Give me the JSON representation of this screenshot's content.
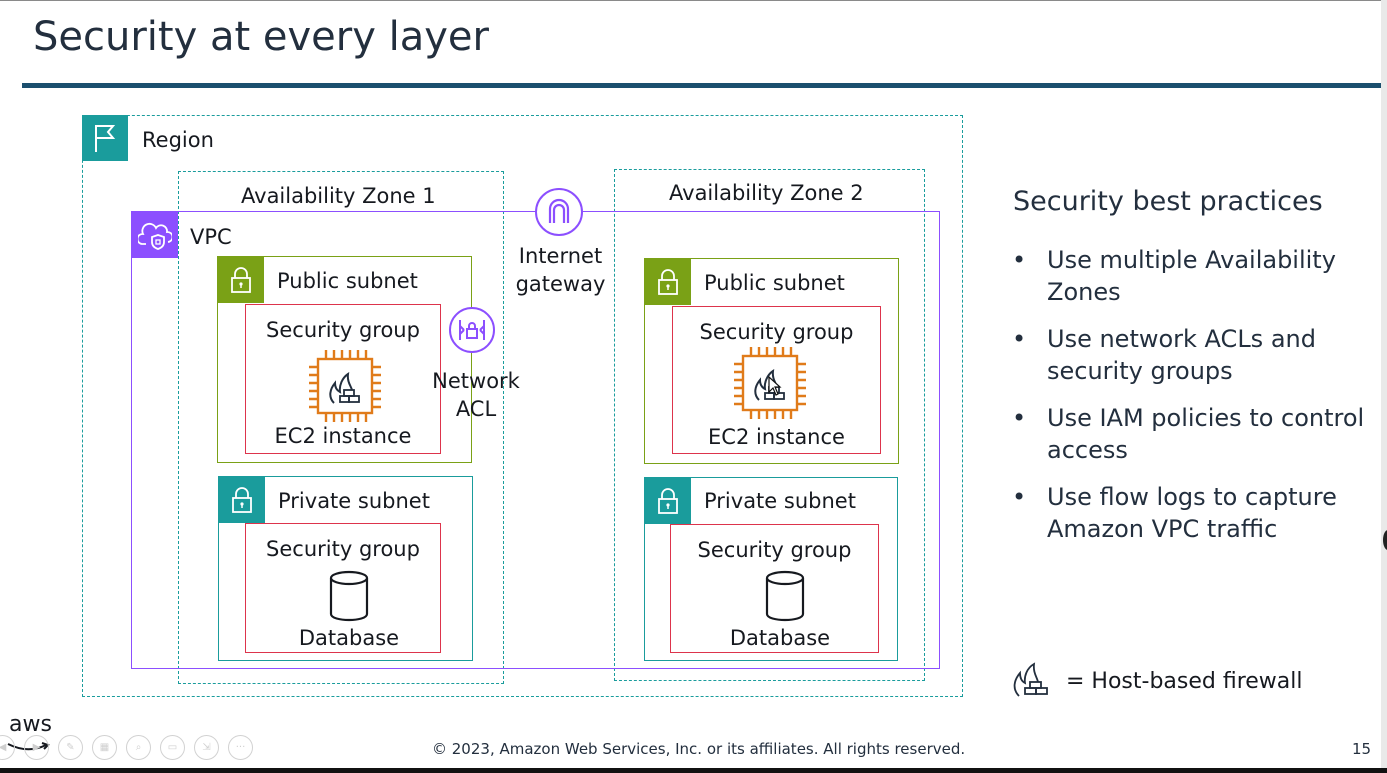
{
  "slide": {
    "title": "Security at every layer",
    "footer": "© 2023, Amazon Web Services, Inc. or its affiliates. All rights reserved.",
    "page_number": "15",
    "logo_text": "aws"
  },
  "diagram": {
    "region": {
      "label": "Region",
      "icon": "flag-icon"
    },
    "vpc": {
      "label": "VPC",
      "icon": "vpc-cloud-shield-icon"
    },
    "az1": {
      "label": "Availability Zone 1"
    },
    "az2": {
      "label": "Availability Zone 2"
    },
    "internet_gateway": {
      "line1": "Internet",
      "line2": "gateway",
      "icon": "internet-gateway-icon"
    },
    "network_acl": {
      "line1": "Network",
      "line2": "ACL",
      "icon": "network-acl-icon"
    },
    "az1_public": {
      "label": "Public subnet",
      "group": "Security group",
      "resource": "EC2 instance"
    },
    "az1_private": {
      "label": "Private subnet",
      "group": "Security group",
      "resource": "Database"
    },
    "az2_public": {
      "label": "Public subnet",
      "group": "Security group",
      "resource": "EC2 instance"
    },
    "az2_private": {
      "label": "Private subnet",
      "group": "Security group",
      "resource": "Database"
    }
  },
  "panel": {
    "heading": "Security best practices",
    "bullets": [
      "Use multiple Availability Zones",
      "Use network ACLs and security groups",
      "Use IAM policies to control access",
      "Use flow logs to capture Amazon VPC traffic"
    ]
  },
  "legend": {
    "text": "= Host-based firewall",
    "icon": "host-firewall-icon"
  },
  "colors": {
    "region": "#1a9c9c",
    "vpc": "#8c4fff",
    "public_subnet": "#7aa116",
    "private_subnet": "#1a9c9c",
    "security_group": "#dd344c",
    "ec2": "#e07b1a",
    "title_bar": "#1b4f6e"
  }
}
